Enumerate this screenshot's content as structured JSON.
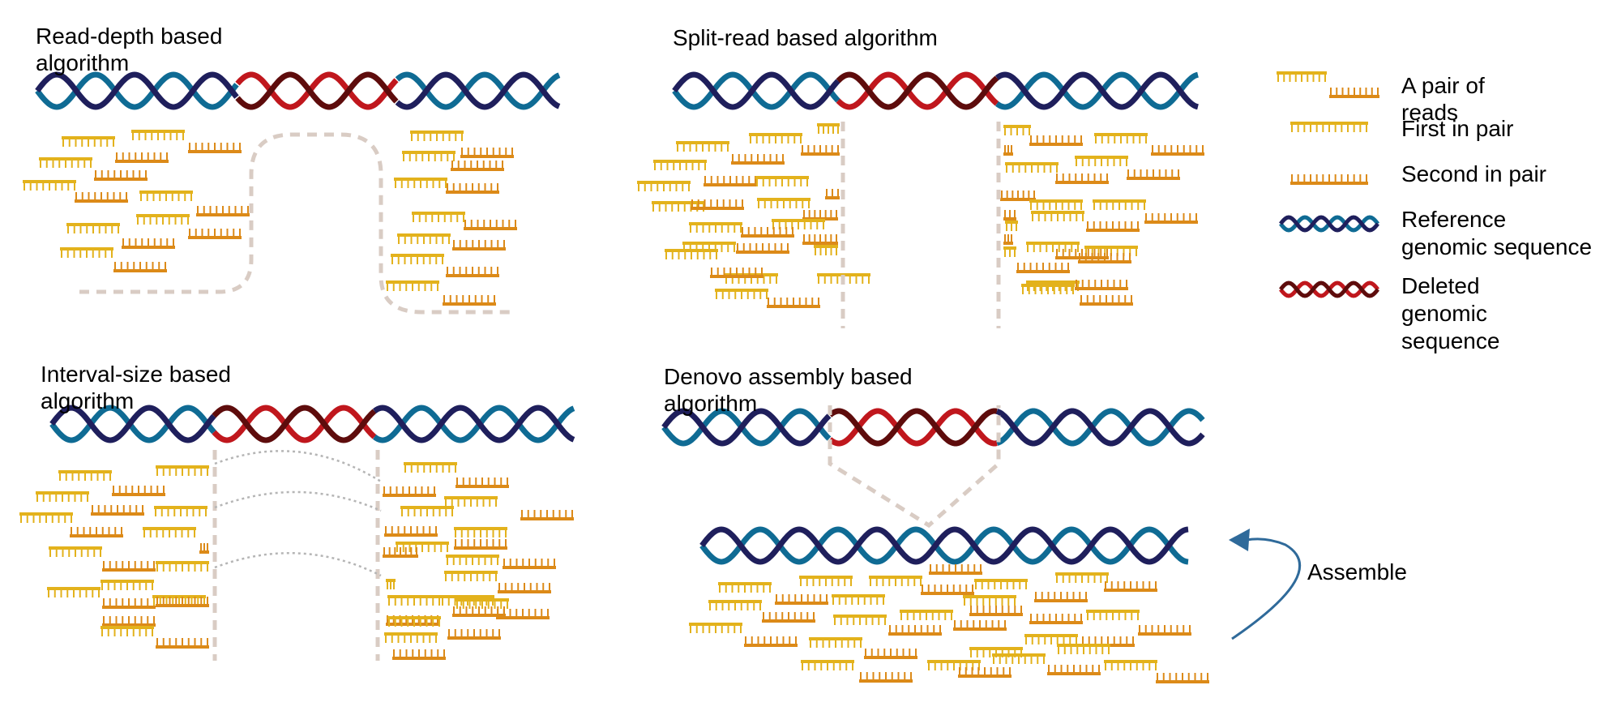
{
  "panels": {
    "read_depth": {
      "title_line1": "Read-depth based",
      "title_line2": "algorithm"
    },
    "split_read": {
      "title": "Split-read based algorithm"
    },
    "interval_size": {
      "title_line1": "Interval-size based",
      "title_line2": "algorithm"
    },
    "denovo": {
      "title_line1": "Denovo assembly based",
      "title_line2": "algorithm",
      "assemble_label": "Assemble"
    }
  },
  "legend": {
    "pair_line1": "A pair of",
    "pair_line2": "reads",
    "first": "First in pair",
    "second": "Second in pair",
    "reference_line1": "Reference",
    "reference_line2": "genomic sequence",
    "deleted_line1": "Deleted",
    "deleted_line2": "genomic",
    "deleted_line3": "sequence"
  },
  "colors": {
    "reference_strand_a": "#1f1f5c",
    "reference_strand_b": "#0f6b94",
    "deleted_strand_a": "#5e0c0c",
    "deleted_strand_b": "#c0171d",
    "first_read": "#e3b21c",
    "second_read": "#dc8a18",
    "boundary_dash": "#d9ccc4",
    "link_dotted": "#b5b5b5",
    "assemble_arrow": "#2f6a9a"
  }
}
